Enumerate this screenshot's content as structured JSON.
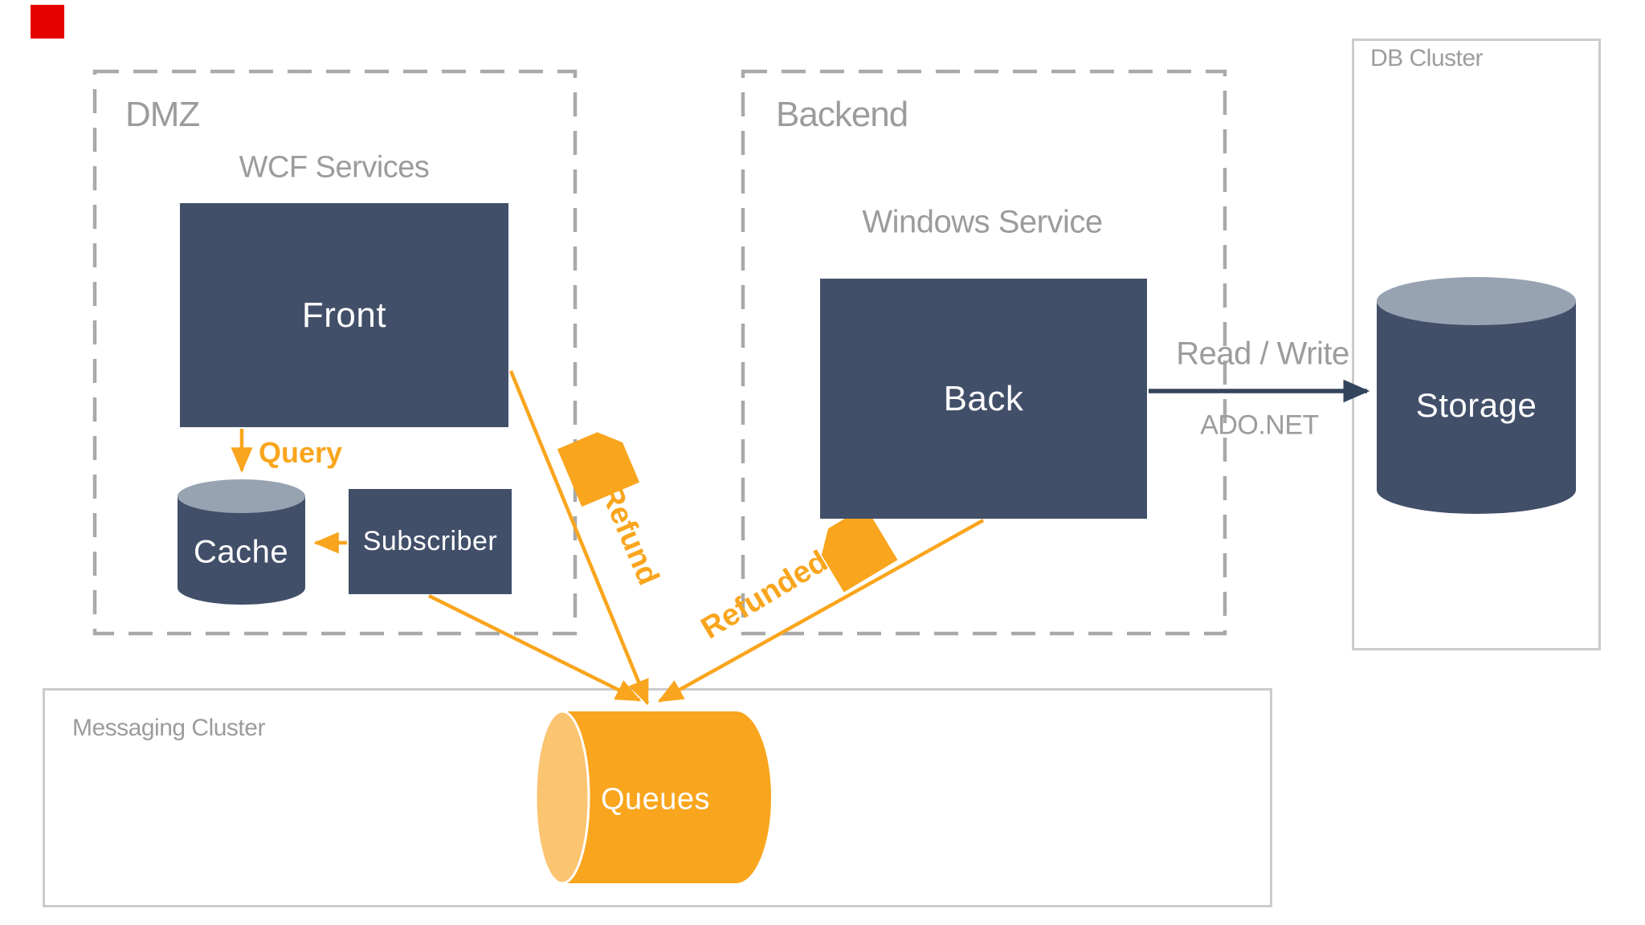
{
  "colors": {
    "navy": "#424F69",
    "cyl_top": "#98A3B2",
    "orange": "#F9A51D",
    "orange_light": "#FBC471",
    "arrow_navy": "#33455C",
    "gray_text": "#9C9C9C",
    "dash_gray": "#A9A9A9",
    "border_gray": "#CBCBCB",
    "marker_red": "#E60000"
  },
  "groups": {
    "dmz": {
      "label": "DMZ"
    },
    "backend": {
      "label": "Backend"
    },
    "db_cluster": {
      "label": "DB Cluster"
    },
    "messaging_cluster": {
      "label": "Messaging Cluster"
    }
  },
  "nodes": {
    "wcf_services": {
      "label": "WCF Services"
    },
    "front": {
      "label": "Front"
    },
    "cache": {
      "label": "Cache"
    },
    "subscriber": {
      "label": "Subscriber"
    },
    "windows_service": {
      "label": "Windows Service"
    },
    "back": {
      "label": "Back"
    },
    "storage": {
      "label": "Storage"
    },
    "queues": {
      "label": "Queues"
    }
  },
  "edges": {
    "query": {
      "label": "Query"
    },
    "refund": {
      "label": "Refund"
    },
    "refunded": {
      "label": "Refunded"
    },
    "read_write": {
      "label": "Read / Write",
      "protocol": "ADO.NET"
    }
  }
}
